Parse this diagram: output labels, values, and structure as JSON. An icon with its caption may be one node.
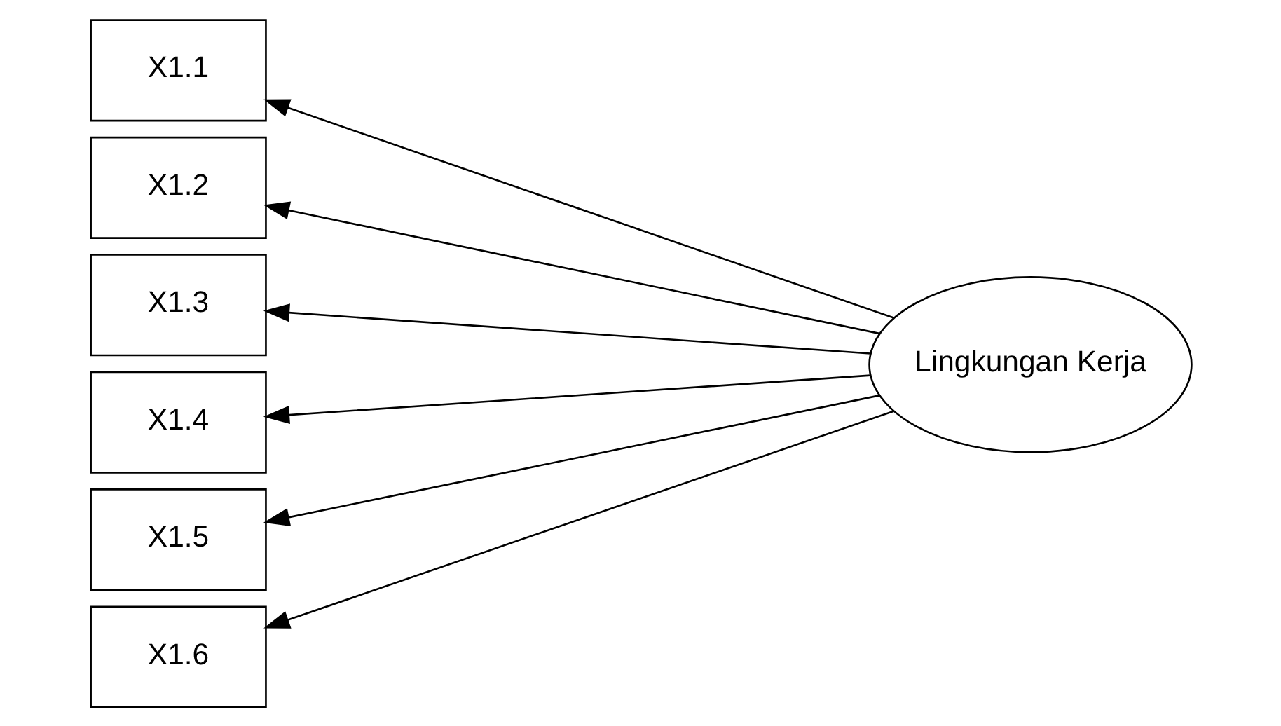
{
  "diagram": {
    "nodes": [
      {
        "text": [
          "X1.1"
        ]
      },
      {
        "text": [
          "X1.2"
        ]
      },
      {
        "text": [
          "X1.3"
        ]
      },
      {
        "text": [
          "X1.4"
        ]
      },
      {
        "text": [
          "X1.5"
        ]
      },
      {
        "text": [
          "X1.6"
        ]
      },
      {
        "text": [
          "Lingkungan Kerja"
        ]
      }
    ],
    "edges": [
      {
        "from": 6,
        "to": 0,
        "arrow": "to"
      },
      {
        "from": 6,
        "to": 1,
        "arrow": "to"
      },
      {
        "from": 6,
        "to": 2,
        "arrow": "to"
      },
      {
        "from": 6,
        "to": 3,
        "arrow": "to"
      },
      {
        "from": 6,
        "to": 4,
        "arrow": "to"
      },
      {
        "from": 6,
        "to": 5,
        "arrow": "to"
      }
    ]
  }
}
